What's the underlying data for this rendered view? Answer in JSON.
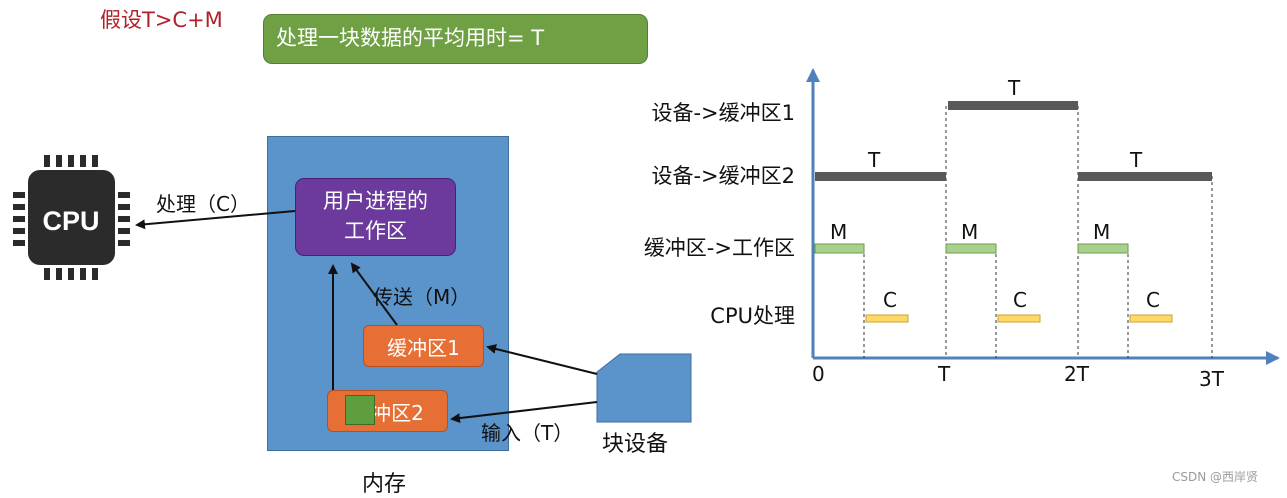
{
  "assumption": "假设T>C+M",
  "callout": "处理一块数据的平均用时= T",
  "cpu": {
    "label": "CPU"
  },
  "memory": {
    "label": "内存",
    "work_area": "用户进程的\n工作区",
    "buffer1": "缓冲区1",
    "buffer2": "缓冲区2"
  },
  "device": {
    "label": "块设备"
  },
  "arrows": {
    "process": "处理（C）",
    "transfer": "传送（M）",
    "input": "输入（T）"
  },
  "timeline": {
    "rows": [
      "设备->缓冲区1",
      "设备->缓冲区2",
      "缓冲区->工作区",
      "CPU处理"
    ],
    "ticks": [
      "0",
      "T",
      "2T",
      "3T"
    ],
    "segments": {
      "dev_buf1": {
        "label": "T",
        "start": 1,
        "end": 2
      },
      "dev_buf2": [
        {
          "label": "T",
          "start": 0,
          "end": 1
        },
        {
          "label": "T",
          "start": 2,
          "end": 3
        }
      ],
      "transfer": [
        {
          "label": "M",
          "start": 0,
          "end": 0.38
        },
        {
          "label": "M",
          "start": 1,
          "end": 1.38
        },
        {
          "label": "M",
          "start": 2,
          "end": 2.38
        }
      ],
      "cpu": [
        {
          "label": "C",
          "start": 0.38,
          "end": 0.72
        },
        {
          "label": "C",
          "start": 1.38,
          "end": 1.72
        },
        {
          "label": "C",
          "start": 2.38,
          "end": 2.72
        }
      ]
    }
  },
  "colors": {
    "dev_bar": "#595959",
    "transfer_bar": "#a9d18e",
    "cpu_bar": "#ffd966",
    "axis": "#4f81bd"
  },
  "watermark": "CSDN @西岸贤"
}
